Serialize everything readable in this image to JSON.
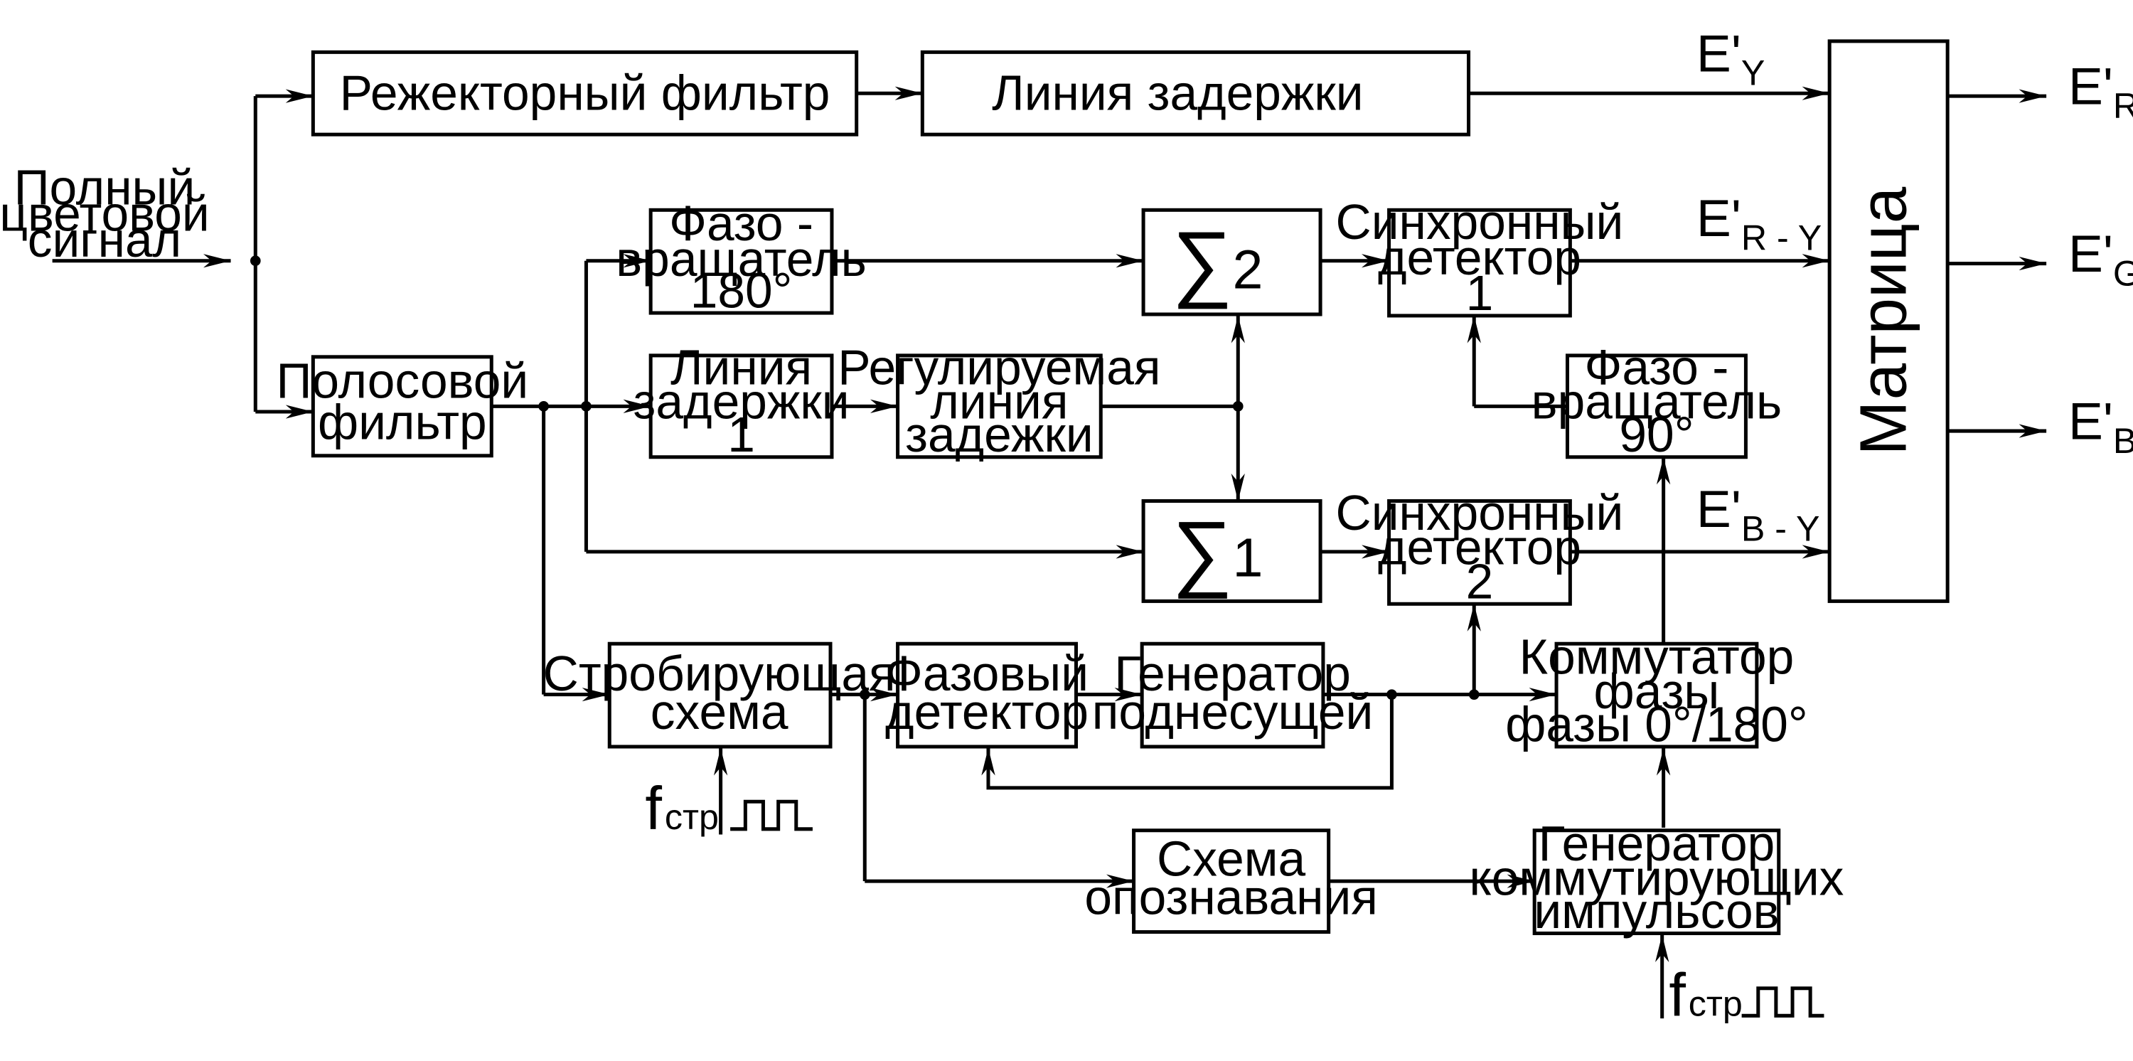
{
  "input": {
    "line1": "Полный",
    "line2": "цветовой",
    "line3": "сигнал"
  },
  "blocks": {
    "notch": "Режекторный фильтр",
    "delay": "Линия задержки",
    "bandpass": [
      "Полосовой",
      "фильтр"
    ],
    "phase180": [
      "Фазо -",
      "вращатель",
      "180°"
    ],
    "delay1": [
      "Линия",
      "задержки",
      "1"
    ],
    "adj_delay": [
      "Регулируемая",
      "линия",
      "задежки"
    ],
    "sum2": {
      "symbol": "∑",
      "index": "2"
    },
    "sum1": {
      "symbol": "∑",
      "index": "1"
    },
    "sync1": [
      "Синхронный",
      "детектор",
      "1"
    ],
    "sync2": [
      "Синхронный",
      "детектор",
      "2"
    ],
    "phase90": [
      "Фазо -",
      "вращатель",
      "90°"
    ],
    "matrix": "Матрица",
    "gate": [
      "Стробирующая",
      "схема"
    ],
    "phase_det": [
      "Фазовый",
      "детектор"
    ],
    "subcarrier": [
      "Генератор",
      "поднесущей"
    ],
    "commutator": [
      "Коммутатор",
      "фазы",
      "фазы 0°/180°"
    ],
    "ident": [
      "Схема",
      "опознавания"
    ],
    "switch_gen": [
      "Генератор",
      "коммутирующих",
      "импульсов"
    ]
  },
  "signals": {
    "ey": {
      "main": "E'",
      "sub": "Y"
    },
    "ery": {
      "main": "E'",
      "sub": "R - Y"
    },
    "eby": {
      "main": "E'",
      "sub": "B - Y"
    },
    "er": {
      "main": "E'",
      "sub": "R"
    },
    "eg": {
      "main": "E'",
      "sub": "G"
    },
    "eb": {
      "main": "E'",
      "sub": "B"
    },
    "fstr1": {
      "main": "f",
      "sub": "стр"
    },
    "fstr2": {
      "main": "f",
      "sub": "стр"
    }
  }
}
